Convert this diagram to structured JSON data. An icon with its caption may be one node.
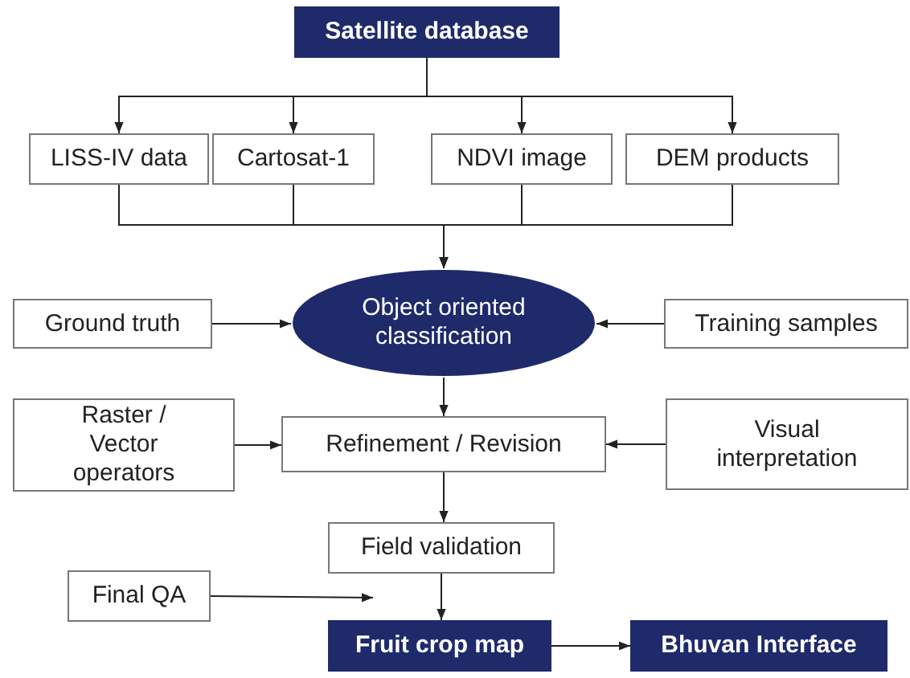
{
  "diagram": {
    "nodes": [
      {
        "text": [
          "Satellite database"
        ]
      },
      {
        "text": [
          "LISS-IV data"
        ]
      },
      {
        "text": [
          "Cartosat-1"
        ]
      },
      {
        "text": [
          "NDVI image"
        ]
      },
      {
        "text": [
          "DEM products"
        ]
      },
      {
        "text": [
          "Object oriented classification"
        ]
      },
      {
        "text": [
          "Ground truth"
        ]
      },
      {
        "text": [
          "Training samples"
        ]
      },
      {
        "text": [
          "Raster / Vector operators"
        ]
      },
      {
        "text": [
          "Refinement / Revision"
        ]
      },
      {
        "text": [
          "Visual interpretation"
        ]
      },
      {
        "text": [
          "Field validation"
        ]
      },
      {
        "text": [
          "Final QA"
        ]
      },
      {
        "text": [
          "Fruit crop map"
        ]
      },
      {
        "text": [
          "Bhuvan Interface"
        ]
      }
    ],
    "edges": [
      {
        "from": 0,
        "to": 1,
        "arrow": "to"
      },
      {
        "from": 0,
        "to": 2,
        "arrow": "to"
      },
      {
        "from": 0,
        "to": 3,
        "arrow": "to"
      },
      {
        "from": 0,
        "to": 4,
        "arrow": "to"
      },
      {
        "from": 1,
        "to": 5,
        "arrow": "to"
      },
      {
        "from": 2,
        "to": 5,
        "arrow": "to"
      },
      {
        "from": 3,
        "to": 5,
        "arrow": "to"
      },
      {
        "from": 4,
        "to": 5,
        "arrow": "to"
      },
      {
        "from": 6,
        "to": 5,
        "arrow": "to"
      },
      {
        "from": 7,
        "to": 5,
        "arrow": "to"
      },
      {
        "from": 5,
        "to": 9,
        "arrow": "to"
      },
      {
        "from": 8,
        "to": 9,
        "arrow": "to"
      },
      {
        "from": 10,
        "to": 9,
        "arrow": "to"
      },
      {
        "from": 9,
        "to": 11,
        "arrow": "to"
      },
      {
        "from": 11,
        "to": 13,
        "arrow": "to"
      },
      {
        "from": 12,
        "to": 13,
        "arrow": "to"
      },
      {
        "from": 13,
        "to": 14,
        "arrow": "to"
      }
    ]
  }
}
